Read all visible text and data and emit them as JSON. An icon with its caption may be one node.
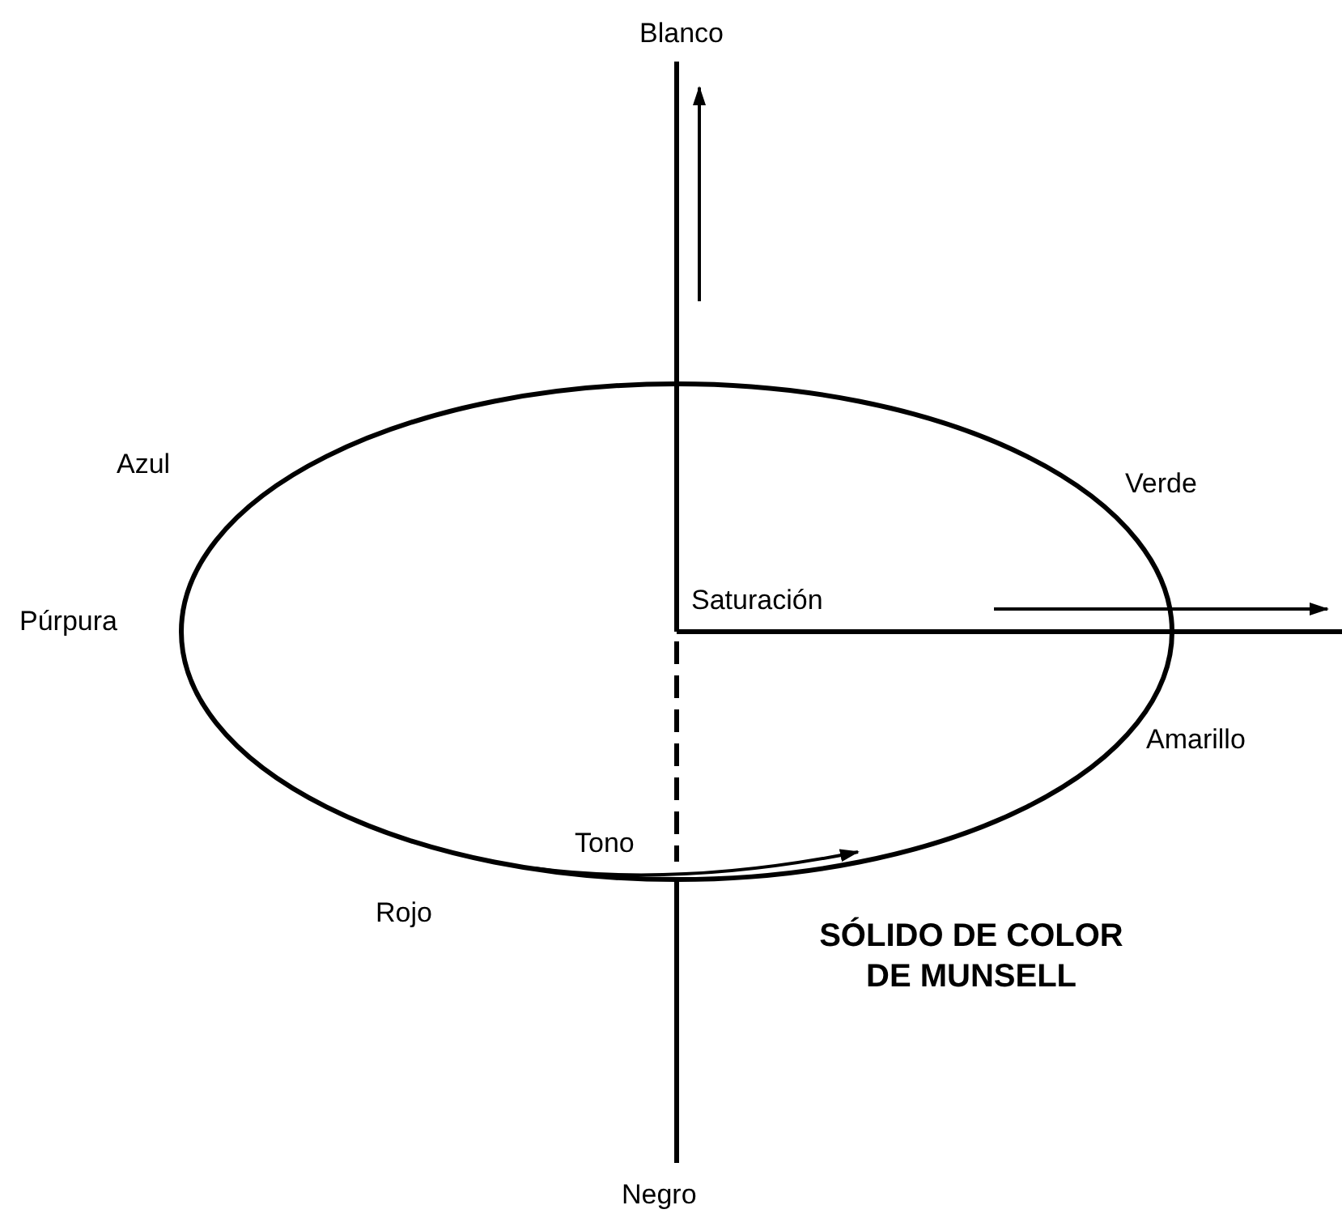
{
  "diagram": {
    "title": "SÓLIDO DE COLOR DE MUNSELL",
    "labels": [
      "Blanco",
      "Azul",
      "Verde",
      "Saturación",
      "Púrpura",
      "Amarillo",
      "Tono",
      "Rojo",
      "Negro"
    ]
  }
}
